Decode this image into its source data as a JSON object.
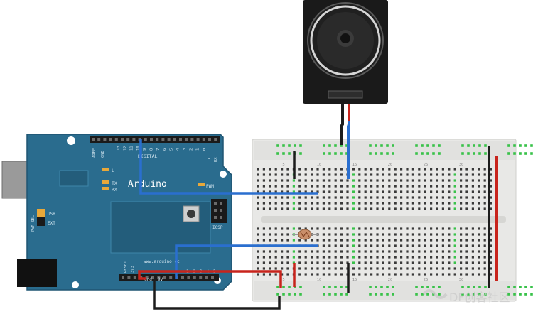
{
  "board": {
    "brand": "Arduino",
    "website": "www.arduino.cc",
    "digital_label": "DIGITAL",
    "pwm_label": "PWM",
    "icsp_label": "ICSP",
    "led_l": "L",
    "led_tx": "TX",
    "led_rx": "RX",
    "usb_label": "USB",
    "ext_label": "EXT",
    "pwr_sel_label": "PWR SEL",
    "aref_label": "AREF",
    "gnd_label": "GND",
    "reset_label": "RESET",
    "v33_label": "3V3",
    "power_gnd_label": "Gnd",
    "power_9v_label": "9V",
    "digital_pins": [
      "13",
      "12",
      "11",
      "10",
      "9",
      "8",
      "7",
      "6",
      "5",
      "4",
      "3",
      "2",
      "1",
      "0"
    ],
    "digital_tx": "TX",
    "digital_rx": "RX",
    "analog_pins": [
      "1",
      "2",
      "3",
      "4",
      "5"
    ]
  },
  "breadboard": {
    "column_numbers": [
      "5",
      "10",
      "15",
      "20",
      "25",
      "30"
    ]
  },
  "watermark": {
    "text": "DF创客社区"
  },
  "colors": {
    "board": "#2a6c8e",
    "wire_blue": "#2a6fcf",
    "wire_red": "#c8241c",
    "wire_black": "#1c1c1c",
    "breadboard": "#ececea",
    "hole_green": "#39c24a"
  },
  "components": {
    "speaker": "speaker-icon",
    "photoresistor": "photoresistor-icon"
  }
}
